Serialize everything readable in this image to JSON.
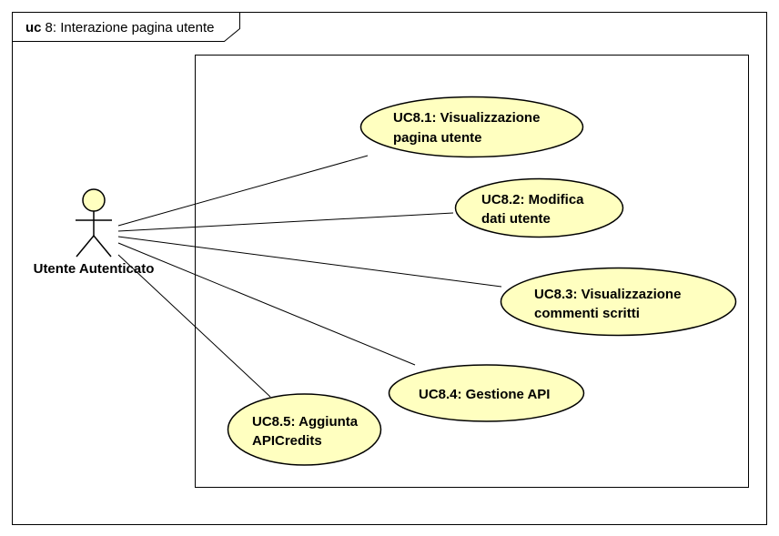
{
  "frame": {
    "keyword": "uc",
    "title": "8: Interazione pagina utente"
  },
  "actor": {
    "name": "Utente Autenticato"
  },
  "use_cases": [
    {
      "line1": "UC8.1: Visualizzazione",
      "line2": "pagina utente"
    },
    {
      "line1": "UC8.2: Modifica",
      "line2": "dati utente"
    },
    {
      "line1": "UC8.3: Visualizzazione",
      "line2": "commenti scritti"
    },
    {
      "line1": "UC8.4: Gestione API",
      "line2": ""
    },
    {
      "line1": "UC8.5: Aggiunta",
      "line2": "APICredits"
    }
  ],
  "colors": {
    "use_case_fill": "#FFFFC0",
    "actor_fill": "#FFFFC0",
    "line": "#000000"
  }
}
